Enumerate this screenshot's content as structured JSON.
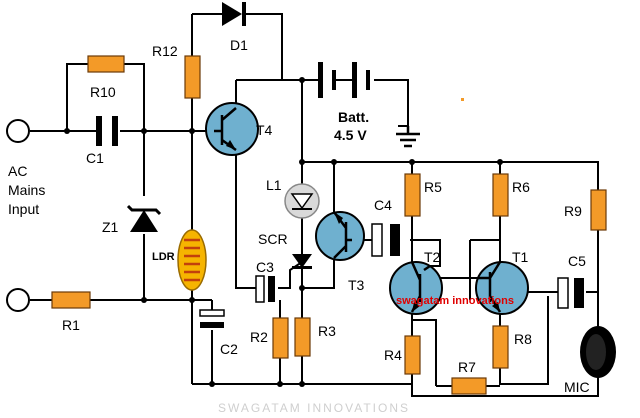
{
  "labels": {
    "r10": "R10",
    "r12": "R12",
    "d1": "D1",
    "t4": "T4",
    "c1": "C1",
    "ac_line1": "AC",
    "ac_line2": "Mains",
    "ac_line3": "Input",
    "z1": "Z1",
    "ldr": "LDR",
    "c2": "C2",
    "r1": "R1",
    "l1": "L1",
    "scr": "SCR",
    "c3": "C3",
    "r2": "R2",
    "r3": "R3",
    "c4": "C4",
    "t3": "T3",
    "r5": "R5",
    "r6": "R6",
    "r9": "R9",
    "t2": "T2",
    "t1": "T1",
    "c5": "C5",
    "r4": "R4",
    "r7": "R7",
    "r8": "R8",
    "mic": "MIC",
    "batt_line1": "Batt.",
    "batt_line2": "4.5 V"
  },
  "watermarks": {
    "center": "swagatam innovations",
    "bottom": "SWAGATAM INNOVATIONS"
  },
  "colors": {
    "resistor": "#f39a28",
    "transistor": "#6fb0cf",
    "ldr": "#f6b400",
    "watermark": "#e00000"
  }
}
